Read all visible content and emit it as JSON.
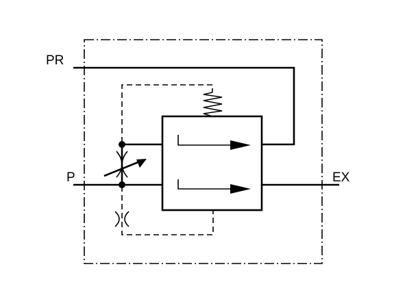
{
  "ports": {
    "pr": "PR",
    "p": "P",
    "ex": "EX"
  },
  "colors": {
    "stroke": "#000000",
    "background": "#ffffff"
  }
}
